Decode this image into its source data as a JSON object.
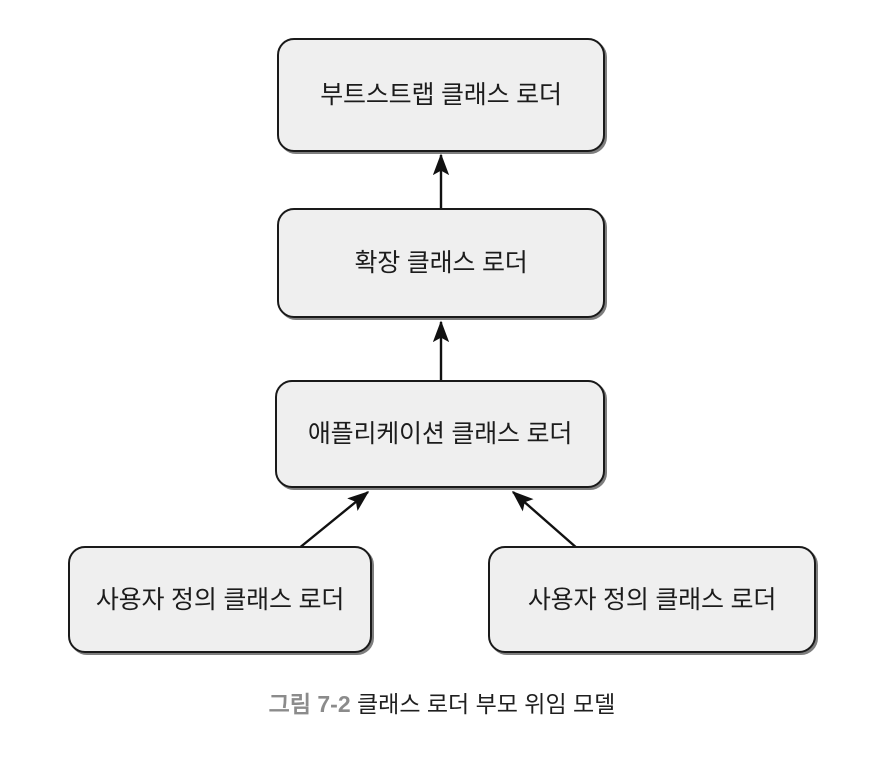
{
  "figure": {
    "background_color": "#ffffff",
    "box_fill_color": "#efefef",
    "box_border_color": "#1a1a1a",
    "arrow_color": "#111111",
    "caption_number": "그림 7-2",
    "caption_number_color": "#8b8b8b",
    "caption_text": " 클래스 로더 부모 위임 모델",
    "caption_text_color": "#1f1f1f"
  },
  "nodes": [
    {
      "id": "bootstrap",
      "label": "부트스트랩 클래스 로더"
    },
    {
      "id": "extension",
      "label": "확장 클래스 로더"
    },
    {
      "id": "application",
      "label": "애플리케이션 클래스 로더"
    },
    {
      "id": "custom_left",
      "label": "사용자 정의 클래스 로더"
    },
    {
      "id": "custom_right",
      "label": "사용자 정의 클래스 로더"
    }
  ],
  "edges": [
    {
      "id": "edge-extension-to-bootstrap",
      "from": "extension",
      "to": "bootstrap",
      "style": "straight-up"
    },
    {
      "id": "edge-application-to-extension",
      "from": "application",
      "to": "extension",
      "style": "straight-up"
    },
    {
      "id": "edge-custom-left-to-application",
      "from": "custom_left",
      "to": "application",
      "style": "diagonal-up-right"
    },
    {
      "id": "edge-custom-right-to-application",
      "from": "custom_right",
      "to": "application",
      "style": "diagonal-up-left"
    }
  ]
}
